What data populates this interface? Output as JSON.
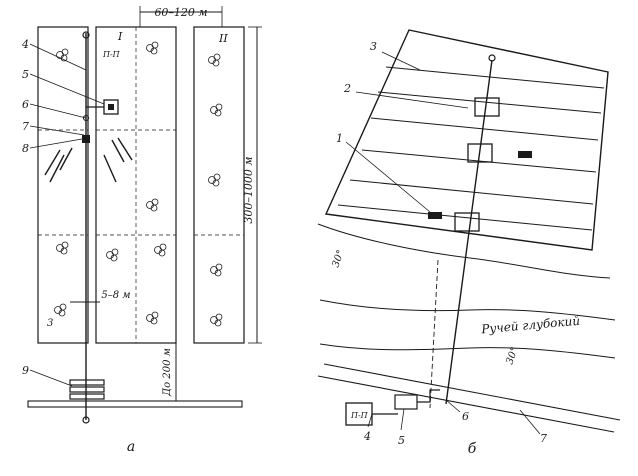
{
  "left": {
    "dim_width": "60–120 м",
    "dim_length": "300–1000 м",
    "dim_spacing": "5–8 м",
    "dim_down": "До 200 м",
    "field_1": "I",
    "field_2": "II",
    "field_3": "3",
    "callouts": [
      "4",
      "5",
      "6",
      "7",
      "8",
      "9"
    ],
    "pump_label": "П-П",
    "caption": "а"
  },
  "right": {
    "callouts": [
      "1",
      "2",
      "3",
      "4",
      "5",
      "6",
      "7"
    ],
    "angle_1": "30°",
    "angle_2": "30°",
    "stream_label": "Ручей глубокий",
    "pump_label": "П-П",
    "caption": "б"
  },
  "colors": {
    "ink": "#1a1a1a",
    "paper": "#ffffff"
  }
}
